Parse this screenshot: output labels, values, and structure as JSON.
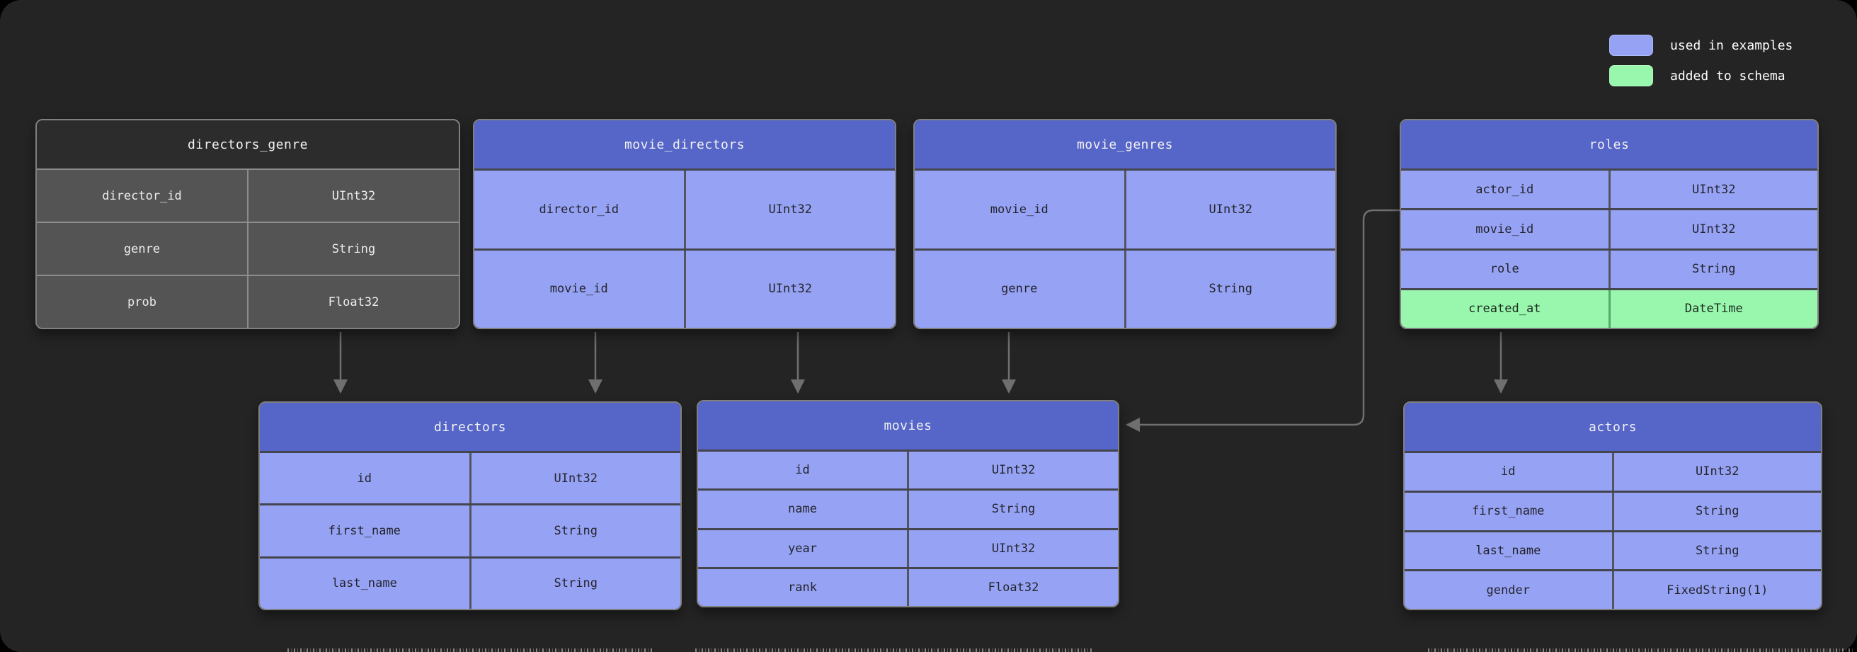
{
  "legend": {
    "items": [
      {
        "label": "used in examples",
        "color": "#96a3f5"
      },
      {
        "label": "added to schema",
        "color": "#98f7ad"
      }
    ]
  },
  "tables": [
    {
      "id": "directors_genre",
      "title": "directors_genre",
      "style": "plain",
      "columns": [
        {
          "name": "director_id",
          "type": "UInt32"
        },
        {
          "name": "genre",
          "type": "String"
        },
        {
          "name": "prob",
          "type": "Float32"
        }
      ]
    },
    {
      "id": "movie_directors",
      "title": "movie_directors",
      "style": "example",
      "columns": [
        {
          "name": "director_id",
          "type": "UInt32"
        },
        {
          "name": "movie_id",
          "type": "UInt32"
        }
      ]
    },
    {
      "id": "movie_genres",
      "title": "movie_genres",
      "style": "example",
      "columns": [
        {
          "name": "movie_id",
          "type": "UInt32"
        },
        {
          "name": "genre",
          "type": "String"
        }
      ]
    },
    {
      "id": "roles",
      "title": "roles",
      "style": "example",
      "columns": [
        {
          "name": "actor_id",
          "type": "UInt32"
        },
        {
          "name": "movie_id",
          "type": "UInt32"
        },
        {
          "name": "role",
          "type": "String"
        },
        {
          "name": "created_at",
          "type": "DateTime",
          "style": "added"
        }
      ]
    },
    {
      "id": "directors",
      "title": "directors",
      "style": "example",
      "columns": [
        {
          "name": "id",
          "type": "UInt32"
        },
        {
          "name": "first_name",
          "type": "String"
        },
        {
          "name": "last_name",
          "type": "String"
        }
      ]
    },
    {
      "id": "movies",
      "title": "movies",
      "style": "example",
      "columns": [
        {
          "name": "id",
          "type": "UInt32"
        },
        {
          "name": "name",
          "type": "String"
        },
        {
          "name": "year",
          "type": "UInt32"
        },
        {
          "name": "rank",
          "type": "Float32"
        }
      ]
    },
    {
      "id": "actors",
      "title": "actors",
      "style": "example",
      "columns": [
        {
          "name": "id",
          "type": "UInt32"
        },
        {
          "name": "first_name",
          "type": "String"
        },
        {
          "name": "last_name",
          "type": "String"
        },
        {
          "name": "gender",
          "type": "FixedString(1)"
        }
      ]
    }
  ],
  "connectors": [
    {
      "from": "directors_genre",
      "to": "directors"
    },
    {
      "from": "movie_directors",
      "to": "directors"
    },
    {
      "from": "movie_directors",
      "to": "movies"
    },
    {
      "from": "movie_genres",
      "to": "movies"
    },
    {
      "from": "roles",
      "to": "movies"
    },
    {
      "from": "roles",
      "to": "actors"
    }
  ],
  "colors": {
    "header_blue": "#5565c8",
    "row_blue": "#96a3f5",
    "row_green": "#98f7ad",
    "dark_header": "#2c2c2c",
    "dark_row": "#545454",
    "arrow": "#6f6f6f",
    "panel_bg": "#242424",
    "row_text": "#24242c",
    "light_text": "#f2f2f2"
  }
}
